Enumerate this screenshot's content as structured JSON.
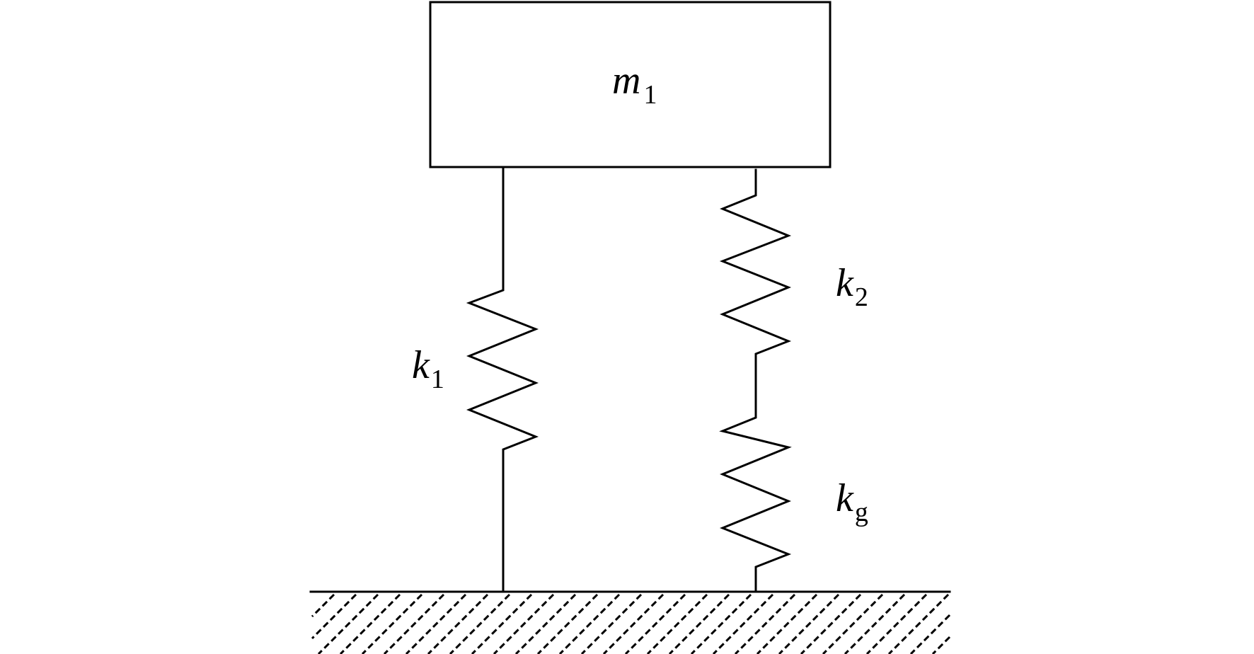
{
  "mass": {
    "symbol": "m",
    "subscript": "1"
  },
  "springs": {
    "k1": {
      "symbol": "k",
      "subscript": "1"
    },
    "k2": {
      "symbol": "k",
      "subscript": "2"
    },
    "kg": {
      "symbol": "k",
      "subscript": "g"
    }
  },
  "colors": {
    "line": "#000000",
    "background": "#ffffff"
  }
}
